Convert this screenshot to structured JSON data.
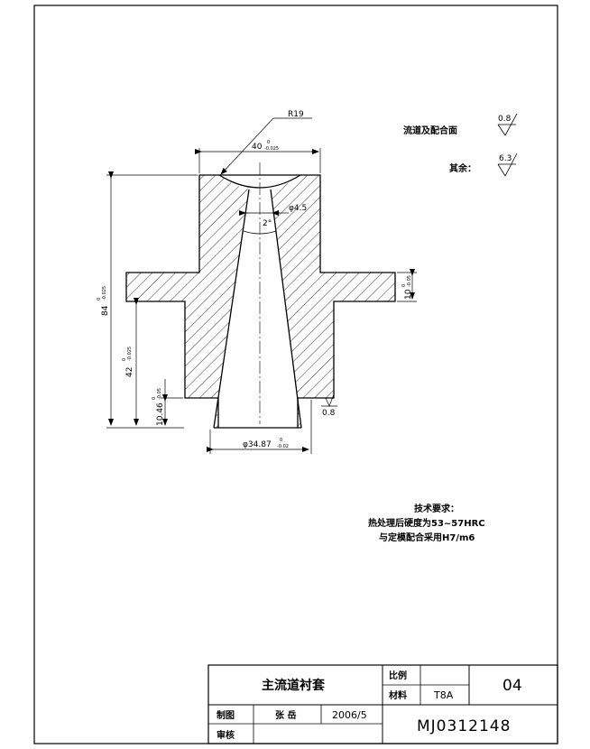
{
  "dimensions": {
    "radius": "R19",
    "top_width": "40",
    "top_width_tol_upper": "0",
    "top_width_tol_lower": "-0.025",
    "bore_dia": "φ4.5",
    "taper_angle": "2°",
    "total_height": "84",
    "total_height_tol_upper": "0",
    "total_height_tol_lower": "-0.025",
    "mid_height": "42",
    "mid_height_tol_upper": "0",
    "mid_height_tol_lower": "-0.025",
    "low_height": "10.46",
    "low_height_tol_upper": "0",
    "low_height_tol_lower": "-0.05",
    "flange_thk": "10",
    "flange_thk_tol_upper": "0",
    "flange_thk_tol_lower": "-0.05",
    "base_dia": "φ34.87",
    "base_dia_tol_upper": "0",
    "base_dia_tol_lower": "-0.02",
    "surface_mark": "0.8"
  },
  "roughness": {
    "mating_label": "流道及配合面",
    "mating_value": "0.8",
    "other_label": "其余：",
    "other_value": "6.3"
  },
  "requirements": {
    "title": "技术要求：",
    "line1": "热处理后硬度为53~57HRC",
    "line2": "与定模配合采用H7/m6"
  },
  "title_block": {
    "part_name": "主流道衬套",
    "scale_label": "比例",
    "scale_value": "",
    "material_label": "材料",
    "material_value": "T8A",
    "sheet_no": "04",
    "drawn_label": "制图",
    "drawn_name": "张 岳",
    "date": "2006/5",
    "checked_label": "审核",
    "drawing_code": "MJ0312148"
  }
}
